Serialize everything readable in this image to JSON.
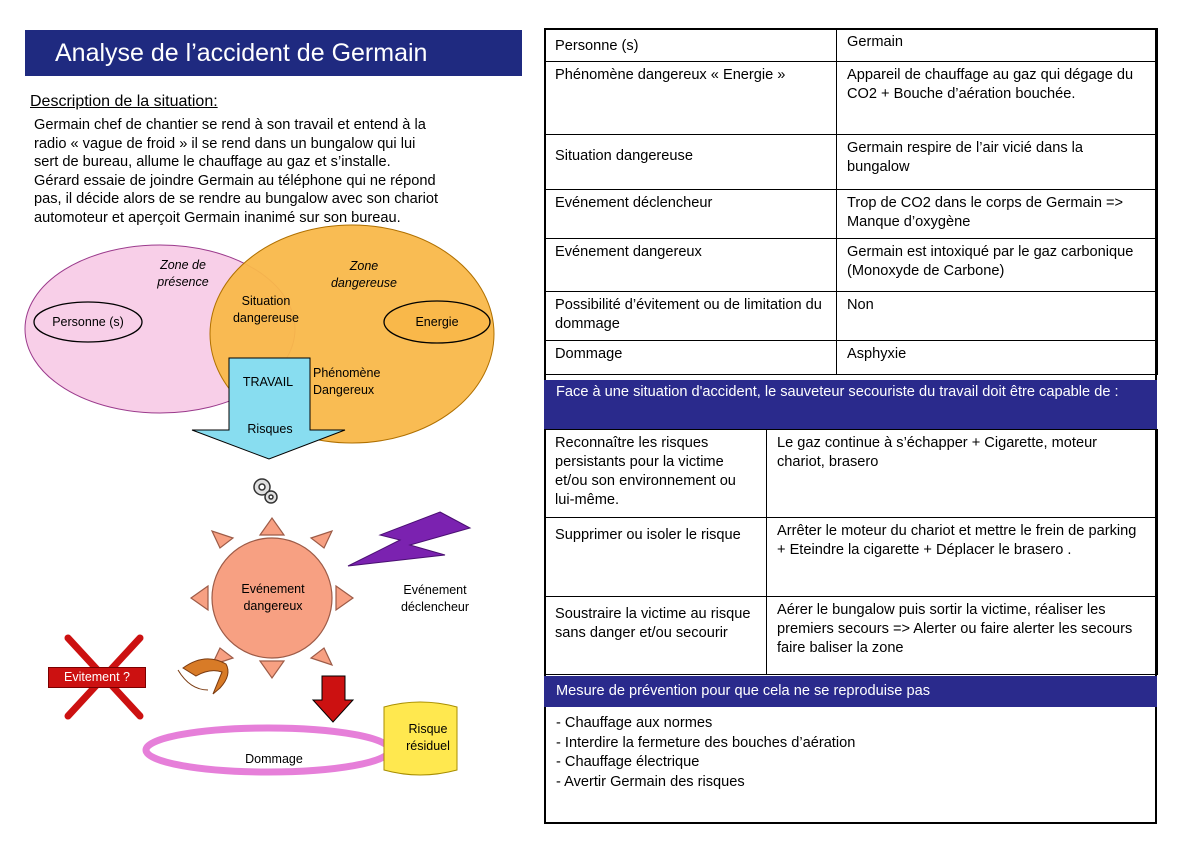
{
  "title": "Analyse de l’accident de Germain",
  "description": {
    "heading": "Description de la situation:",
    "lines": [
      "Germain chef de chantier se rend à son travail et entend à la",
      "radio « vague de froid » il se rend dans un bungalow qui lui",
      "sert de bureau, allume le chauffage au gaz et s’installe.",
      "Gérard essaie de joindre Germain au téléphone qui ne répond",
      "pas, il décide alors de se rendre au bungalow avec son chariot",
      "automoteur et aperçoit Germain inanimé sur son bureau."
    ]
  },
  "diagram": {
    "zone_presence": [
      "Zone de",
      "présence"
    ],
    "zone_dangereuse": [
      "Zone",
      "dangereuse"
    ],
    "situation_dangereuse": [
      "Situation",
      "dangereuse"
    ],
    "personnes": "Personne (s)",
    "energie": "Energie",
    "travail": "TRAVAIL",
    "phenomene": [
      "Phénomène",
      "Dangereux"
    ],
    "risques": "Risques",
    "evenement_dangereux": [
      "Evénement",
      "dangereux"
    ],
    "evenement_declencheur": [
      "Evénement",
      "déclencheur"
    ],
    "evitement": "Evitement ?",
    "dommage": "Dommage",
    "risque_residuel": [
      "Risque",
      "résiduel"
    ],
    "colors": {
      "presence": "#f8cfe8",
      "dangereuse": "#f9b84a",
      "energy_border": "#000000",
      "arrow": "#88ddf0",
      "sun": "#f7a082",
      "lightning": "#7b22b0",
      "cross": "#cc1111",
      "ring": "#e67fd9",
      "flag": "#ffe84f",
      "down_arrow": "#cc1111"
    }
  },
  "table": [
    {
      "label": "Personne (s)",
      "value": "Germain"
    },
    {
      "label": "Phénomène dangereux « Energie »",
      "value": "Appareil de chauffage au gaz qui dégage du CO2 + Bouche d’aération bouchée."
    },
    {
      "label": "Situation dangereuse",
      "value": "Germain respire de l’air vicié dans la bungalow"
    },
    {
      "label": "Evénement déclencheur",
      "value": "Trop de CO2 dans le corps de Germain => Manque d’oxygène"
    },
    {
      "label": "Evénement dangereux",
      "value": "Germain est intoxiqué par le gaz carbonique (Monoxyde de Carbone)"
    },
    {
      "label": "Possibilité d’évitement ou de limitation du dommage",
      "value": "Non"
    },
    {
      "label": "Dommage",
      "value": "Asphyxie"
    }
  ],
  "sauveteur": {
    "banner": "Face à une situation d'accident, le sauveteur secouriste du travail doit être capable de :",
    "rows": [
      {
        "label": "Reconnaître les risques persistants pour la victime et/ou son environnement ou lui-même.",
        "value": "Le gaz continue à s’échapper + Cigarette, moteur chariot, brasero"
      },
      {
        "label": "Supprimer  ou  isoler le risque",
        "value": "Arrêter le moteur du chariot et mettre le frein de parking + Eteindre la cigarette + Déplacer le brasero ."
      },
      {
        "label": "Soustraire  la victime au risque sans danger et/ou secourir",
        "value": "Aérer le bungalow puis sortir la victime, réaliser  les premiers secours => Alerter ou faire alerter les secours faire baliser la zone"
      }
    ]
  },
  "prevention": {
    "banner": "Mesure de prévention pour que cela ne se reproduise pas",
    "items": [
      "- Chauffage aux normes",
      "- Interdire la fermeture des bouches d’aération",
      "- Chauffage électrique",
      "- Avertir Germain des risques"
    ]
  }
}
